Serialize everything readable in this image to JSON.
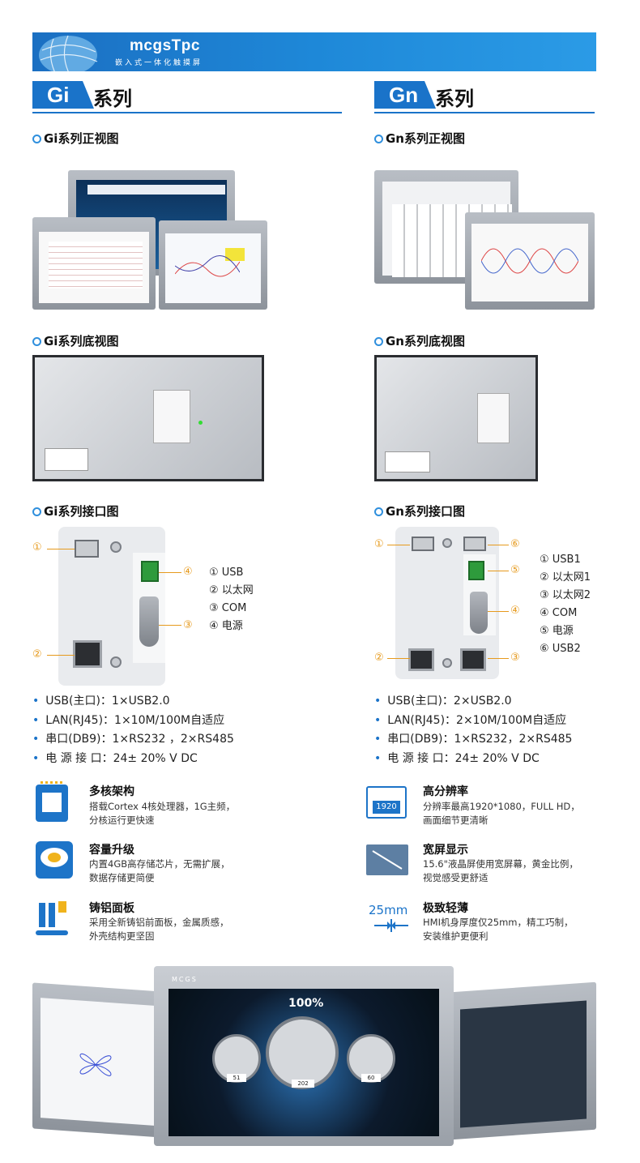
{
  "header": {
    "brand": "mcgsTpc",
    "subtitle": "嵌入式一体化触摸屏"
  },
  "series": [
    {
      "badge": "Gi",
      "title": "系列",
      "front_title": "Gi系列正视图",
      "back_title": "Gi系列底视图",
      "iface_title": "Gi系列接口图",
      "callouts": [
        "①",
        "②",
        "③",
        "④"
      ],
      "legend": [
        "① USB",
        "② 以太网",
        "③ COM",
        "④ 电源"
      ],
      "specs": [
        "USB(主口)：1×USB2.0",
        "LAN(RJ45)：1×10M/100M自适应",
        "串口(DB9)：1×RS232 ，2×RS485",
        "电 源 接 口：24± 20% V DC"
      ]
    },
    {
      "badge": "Gn",
      "title": "系列",
      "front_title": "Gn系列正视图",
      "back_title": "Gn系列底视图",
      "iface_title": "Gn系列接口图",
      "callouts": [
        "①",
        "②",
        "③",
        "④",
        "⑤",
        "⑥"
      ],
      "legend": [
        "① USB1",
        "② 以太网1",
        "③ 以太网2",
        "④ COM",
        "⑤ 电源",
        "⑥ USB2"
      ],
      "specs": [
        "USB(主口)：2×USB2.0",
        "LAN(RJ45)：2×10M/100M自适应",
        "串口(DB9)：1×RS232，2×RS485",
        "电 源 接 口：24± 20% V DC"
      ]
    }
  ],
  "features": [
    {
      "title": "多核架构",
      "desc1": "搭载Cortex 4核处理器，1G主频，",
      "desc2": "分核运行更快速",
      "icon": "cpu-icon"
    },
    {
      "title": "高分辨率",
      "desc1": "分辨率最高1920*1080，FULL HD，",
      "desc2": "画面细节更清晰",
      "icon": "resolution-icon",
      "icon_text": "1920"
    },
    {
      "title": "容量升级",
      "desc1": "内置4GB高存储芯片，无需扩展，",
      "desc2": "数据存储更简便",
      "icon": "disk-icon"
    },
    {
      "title": "宽屏显示",
      "desc1": "15.6\"液晶屏使用宽屏幕，黄金比例，",
      "desc2": "视觉感受更舒适",
      "icon": "widescreen-icon"
    },
    {
      "title": "铸铝面板",
      "desc1": "采用全新铸铝前面板，金属质感，",
      "desc2": "外壳结构更坚固",
      "icon": "aluminum-icon"
    },
    {
      "title": "极致轻薄",
      "desc1": "HMI机身厚度仅25mm，精工巧制，",
      "desc2": "安装维护更便利",
      "icon": "thin-icon",
      "icon_text": "25mm"
    }
  ],
  "showcase": {
    "brand": "MCGS",
    "gauge_pct": "100%",
    "gauge_vals": [
      "51",
      "202",
      "60"
    ]
  },
  "colors": {
    "accent": "#1a73c9",
    "callout": "#e69a1d"
  }
}
